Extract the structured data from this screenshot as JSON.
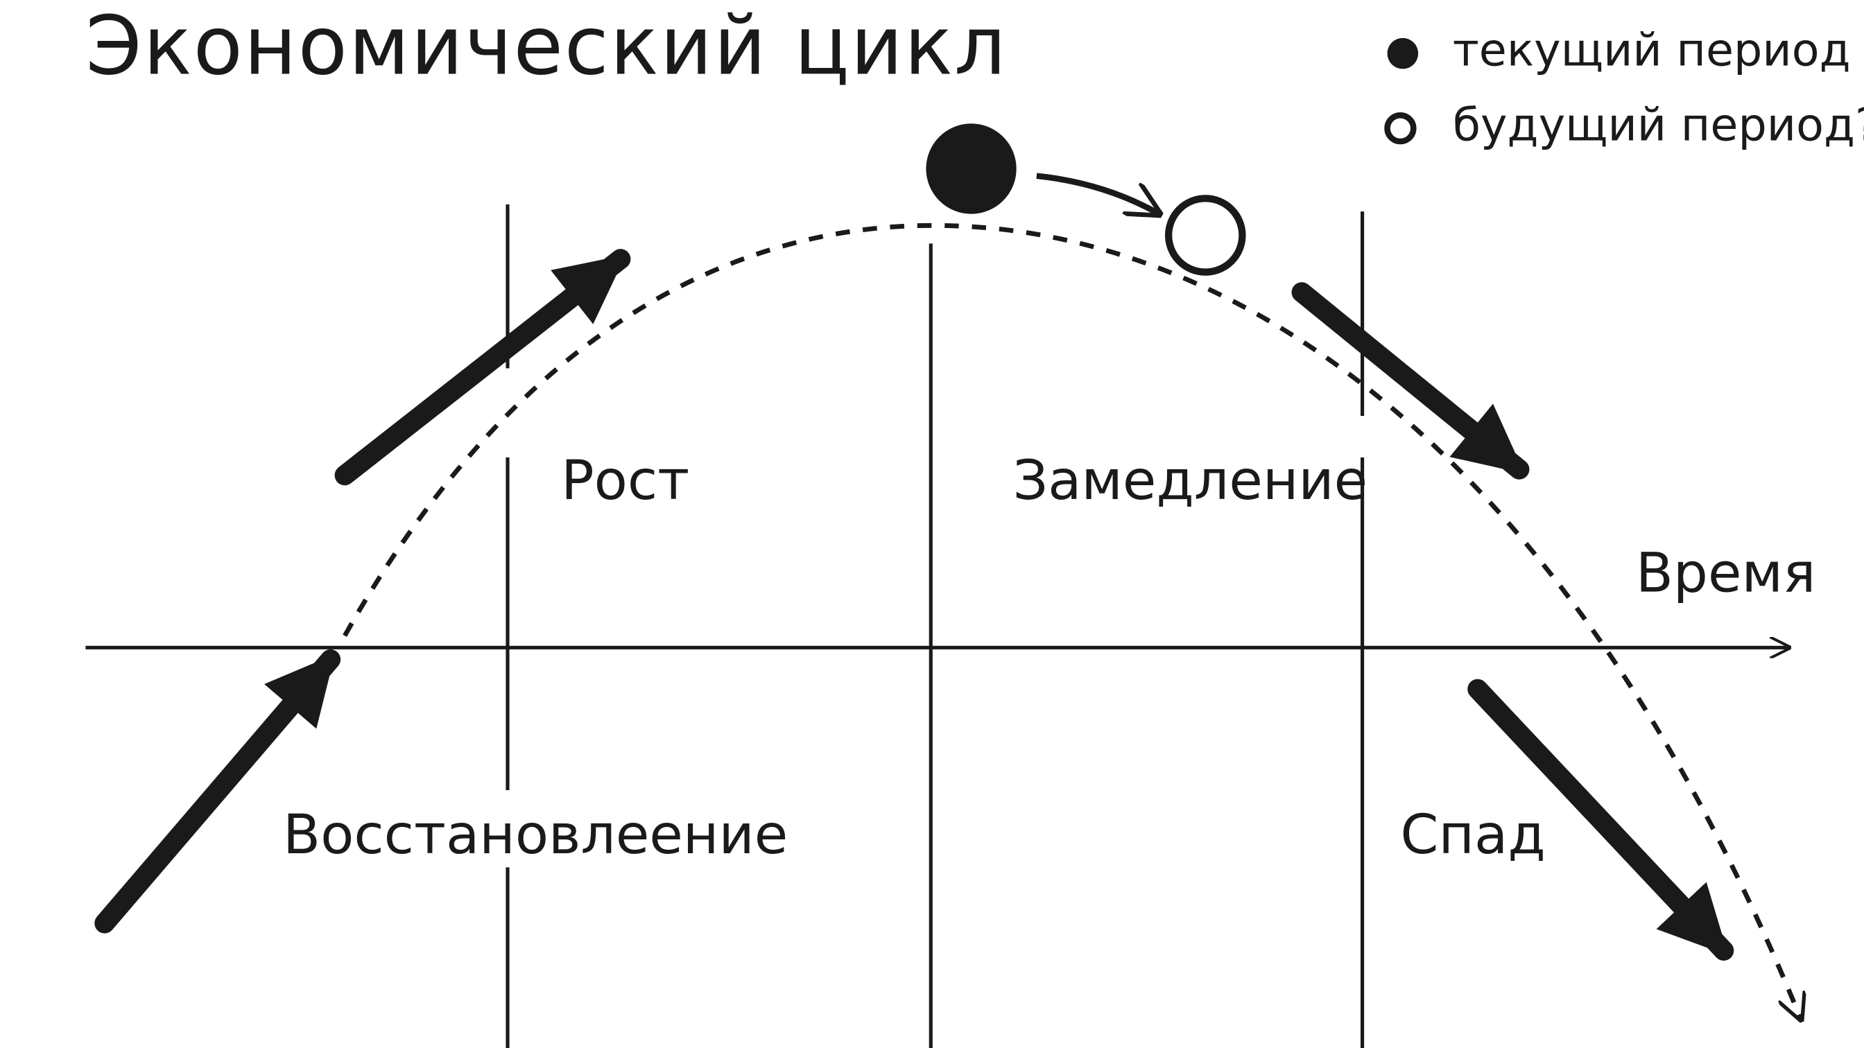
{
  "title": "Экономический цикл",
  "legend": {
    "current": "текущий период",
    "future": "будущий период?"
  },
  "axis": {
    "x_label": "Время"
  },
  "phases": {
    "recovery": "Восстановлеение",
    "growth": "Рост",
    "slowdown": "Замедление",
    "decline": "Спад"
  },
  "colors": {
    "ink": "#1a1a1a",
    "background": "#ffffff"
  }
}
